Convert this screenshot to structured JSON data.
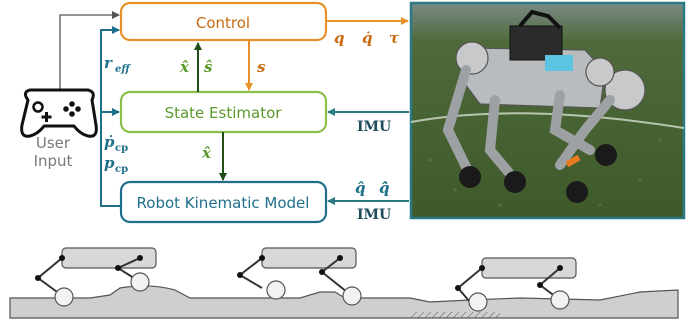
{
  "blocks": {
    "control": "Control",
    "state_estimator": "State Estimator",
    "kinematic_model": "Robot Kinematic Model"
  },
  "user": {
    "line1": "User",
    "line2": "Input"
  },
  "signals": {
    "q": "q",
    "q_dot": "q̇",
    "tau": "τ",
    "s": "s",
    "x_hat_up": "x̂",
    "s_hat": "ŝ",
    "x_hat_down": "x̂",
    "r_eff": "r",
    "r_eff_sub": "eff",
    "p_dot_cp": "ṗ",
    "p_dot_cp_sub": "cp",
    "p_cp": "p",
    "p_cp_sub": "cp",
    "q_hat": "q̂",
    "q_dot_hat": "q̂̇"
  },
  "imu": {
    "upper": "IMU",
    "lower": "IMU"
  },
  "colors": {
    "control": "#e8902a",
    "estimator": "#8cc04b",
    "kinematic": "#1f6f8b",
    "control_text": "#c96b0f",
    "estimator_text": "#5a9a2a",
    "kinematic_text": "#1f6f8b",
    "estimator_arrow": "#1f4f12",
    "imu_arrow": "#2a7a86",
    "robot_image_border": "#2a7a86",
    "terrain": "#cfcfcf",
    "robot_body": "#d8d8d8"
  },
  "icons": [
    "gamepad-icon",
    "robot-photo",
    "terrain-illustration"
  ]
}
